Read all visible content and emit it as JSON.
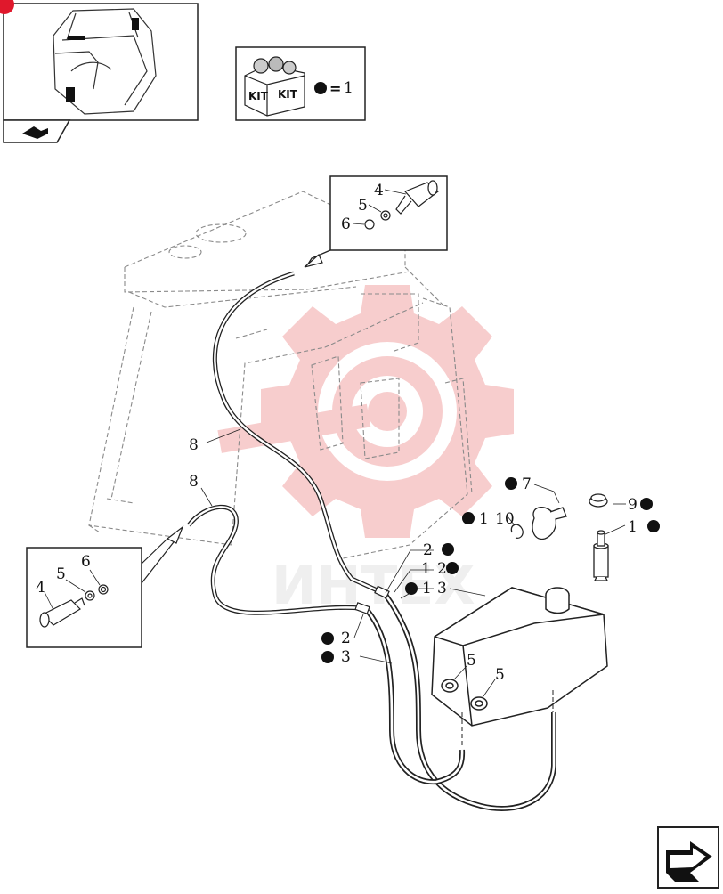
{
  "legend": {
    "kit_words": [
      "KIT",
      "KIT"
    ],
    "bullet_symbol": "●",
    "equals": "=",
    "kit_number": "1"
  },
  "watermark": {
    "text": "ИНТЕХ",
    "color": "#f2a6a6"
  },
  "callouts": {
    "detail_top": {
      "c4": "4",
      "c5": "5",
      "c6": "6"
    },
    "detail_left": {
      "c4": "4",
      "c5": "5",
      "c6": "6"
    },
    "hose_upper": "8",
    "hose_lower": "8",
    "r2a": "2",
    "r1a": "1",
    "r2b": "2",
    "r1b": "1",
    "r3a": "3",
    "l2": "2",
    "l3": "3",
    "c7": "7",
    "c9": "9",
    "c10": "10",
    "c1a": "1",
    "c1b": "1",
    "t5a": "5",
    "t5b": "5"
  },
  "icons": {
    "thumbnail": "cab-thumbnail-icon",
    "view_arrow": "section-arrow-icon",
    "next_page": "next-page-arrow-icon",
    "kit": "kit-box-icon"
  },
  "colors": {
    "line": "#222222",
    "dashed": "#8a8a8a",
    "accent": "#e0182c"
  }
}
